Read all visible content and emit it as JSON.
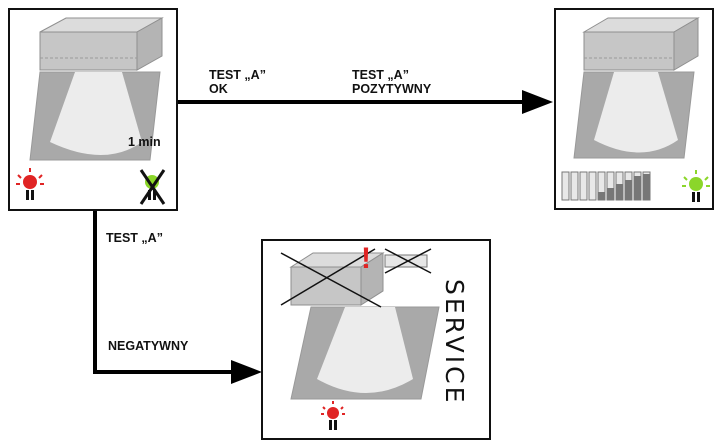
{
  "panels": {
    "start": {
      "timer_label": "1 min",
      "led": "red",
      "led_crossed": "green"
    },
    "positive": {
      "led": "green"
    },
    "service": {
      "label": "SERVICE",
      "alert": "!",
      "led": "red"
    }
  },
  "transitions": {
    "ok_path": {
      "line1": "TEST „A”",
      "line2": "OK"
    },
    "positive_path": {
      "line1": "TEST „A”",
      "line2": "POZYTYWNY"
    },
    "negative_path": {
      "line1": "TEST „A”",
      "line2": "NEGATYWNY"
    }
  },
  "colors": {
    "led_red": "#e02424",
    "led_green": "#8bd62a",
    "alert": "#e02424",
    "box": "#cfcfcf",
    "floor": "#a9a9a9",
    "beam": "#ececec"
  }
}
